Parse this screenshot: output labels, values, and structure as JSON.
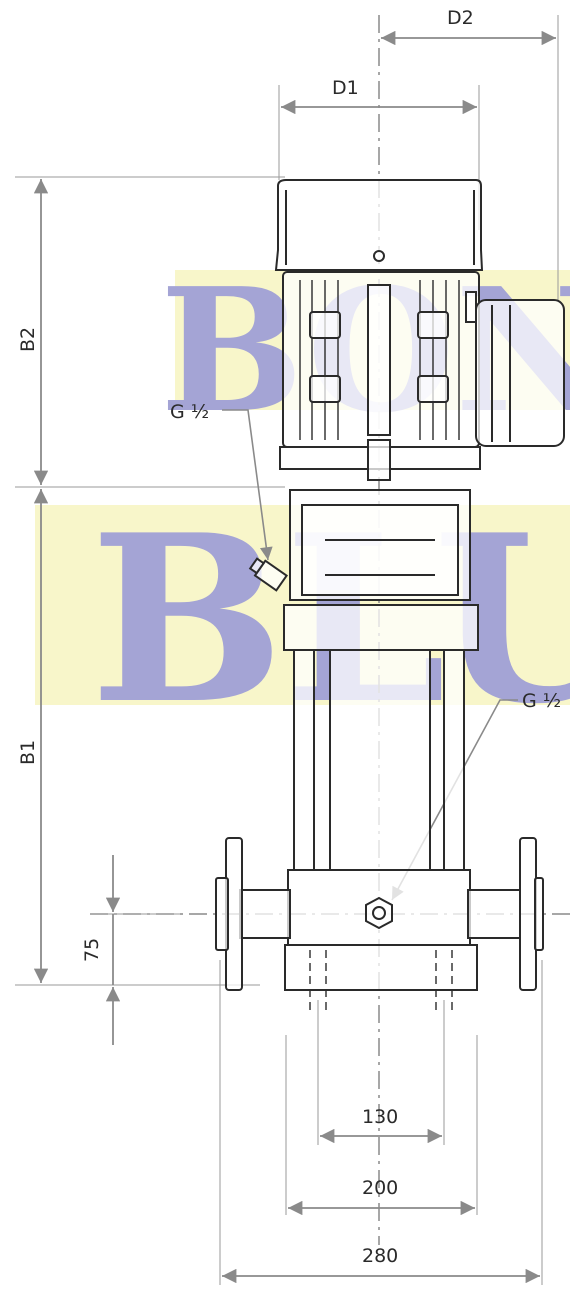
{
  "watermark": {
    "line1": "BON",
    "line2": "BLU",
    "color": "#5a5ab4",
    "yellow": "#f4f0a0"
  },
  "dimensions": {
    "d2": "D2",
    "d1": "D1",
    "b2": "B2",
    "b1": "B1",
    "port_upper": "G ½",
    "port_lower": "G ½",
    "inlet_height": "75",
    "base_inner": "130",
    "base_outer": "200",
    "flange_span": "280"
  },
  "colors": {
    "line": "#2a2a2a",
    "dim": "#8a8a8a",
    "background": "#ffffff"
  }
}
